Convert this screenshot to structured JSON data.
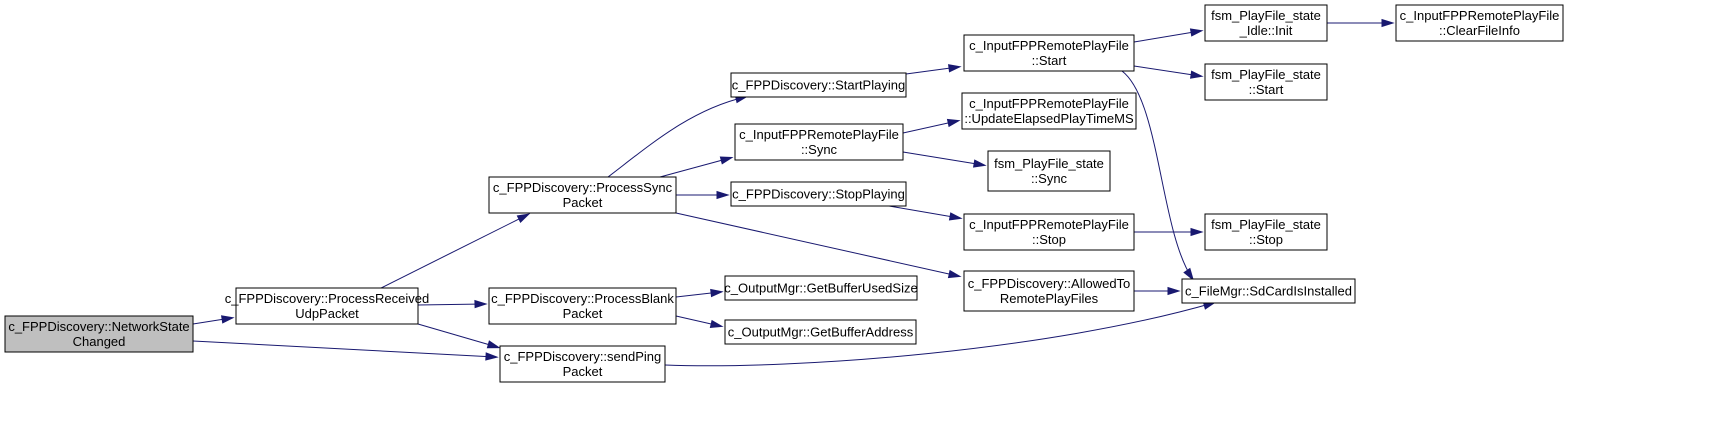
{
  "diagram": {
    "type": "call-graph",
    "nodes": [
      {
        "id": "n0",
        "lines": [
          "c_FPPDiscovery::NetworkState",
          "Changed"
        ],
        "highlighted": true
      },
      {
        "id": "n1",
        "lines": [
          "c_FPPDiscovery::ProcessReceived",
          "UdpPacket"
        ]
      },
      {
        "id": "n2",
        "lines": [
          "c_FPPDiscovery::sendPing",
          "Packet"
        ]
      },
      {
        "id": "n3",
        "lines": [
          "c_FPPDiscovery::ProcessSync",
          "Packet"
        ]
      },
      {
        "id": "n4",
        "lines": [
          "c_FPPDiscovery::ProcessBlank",
          "Packet"
        ]
      },
      {
        "id": "n5",
        "lines": [
          "c_FileMgr::SdCardIsInstalled"
        ]
      },
      {
        "id": "n6",
        "lines": [
          "c_FPPDiscovery::StartPlaying"
        ]
      },
      {
        "id": "n7",
        "lines": [
          "c_InputFPPRemotePlayFile",
          "::Sync"
        ]
      },
      {
        "id": "n8",
        "lines": [
          "c_FPPDiscovery::StopPlaying"
        ]
      },
      {
        "id": "n9",
        "lines": [
          "c_FPPDiscovery::AllowedTo",
          "RemotePlayFiles"
        ]
      },
      {
        "id": "n10",
        "lines": [
          "c_OutputMgr::GetBufferUsedSize"
        ]
      },
      {
        "id": "n11",
        "lines": [
          "c_OutputMgr::GetBufferAddress"
        ]
      },
      {
        "id": "n12",
        "lines": [
          "c_InputFPPRemotePlayFile",
          "::Start"
        ]
      },
      {
        "id": "n13",
        "lines": [
          "c_InputFPPRemotePlayFile",
          "::UpdateElapsedPlayTimeMS"
        ]
      },
      {
        "id": "n14",
        "lines": [
          "fsm_PlayFile_state",
          "::Sync"
        ]
      },
      {
        "id": "n15",
        "lines": [
          "c_InputFPPRemotePlayFile",
          "::Stop"
        ]
      },
      {
        "id": "n16",
        "lines": [
          "fsm_PlayFile_state",
          "_Idle::Init"
        ]
      },
      {
        "id": "n17",
        "lines": [
          "fsm_PlayFile_state",
          "::Start"
        ]
      },
      {
        "id": "n18",
        "lines": [
          "c_InputFPPRemotePlayFile",
          "::ClearFileInfo"
        ]
      },
      {
        "id": "n19",
        "lines": [
          "fsm_PlayFile_state",
          "::Stop"
        ]
      }
    ],
    "edges": [
      {
        "from": "n0",
        "to": "n1"
      },
      {
        "from": "n0",
        "to": "n2"
      },
      {
        "from": "n1",
        "to": "n3"
      },
      {
        "from": "n1",
        "to": "n4"
      },
      {
        "from": "n1",
        "to": "n2"
      },
      {
        "from": "n2",
        "to": "n5"
      },
      {
        "from": "n3",
        "to": "n6"
      },
      {
        "from": "n3",
        "to": "n7"
      },
      {
        "from": "n3",
        "to": "n8"
      },
      {
        "from": "n3",
        "to": "n9"
      },
      {
        "from": "n4",
        "to": "n10"
      },
      {
        "from": "n4",
        "to": "n11"
      },
      {
        "from": "n6",
        "to": "n12"
      },
      {
        "from": "n7",
        "to": "n13"
      },
      {
        "from": "n7",
        "to": "n14"
      },
      {
        "from": "n8",
        "to": "n15"
      },
      {
        "from": "n9",
        "to": "n5"
      },
      {
        "from": "n12",
        "to": "n16"
      },
      {
        "from": "n12",
        "to": "n17"
      },
      {
        "from": "n12",
        "to": "n5"
      },
      {
        "from": "n15",
        "to": "n19"
      },
      {
        "from": "n16",
        "to": "n18"
      }
    ],
    "colors": {
      "edge": "#191970",
      "root_fill": "#bfbfbf",
      "node_fill": "#ffffff",
      "border": "#000000"
    }
  }
}
